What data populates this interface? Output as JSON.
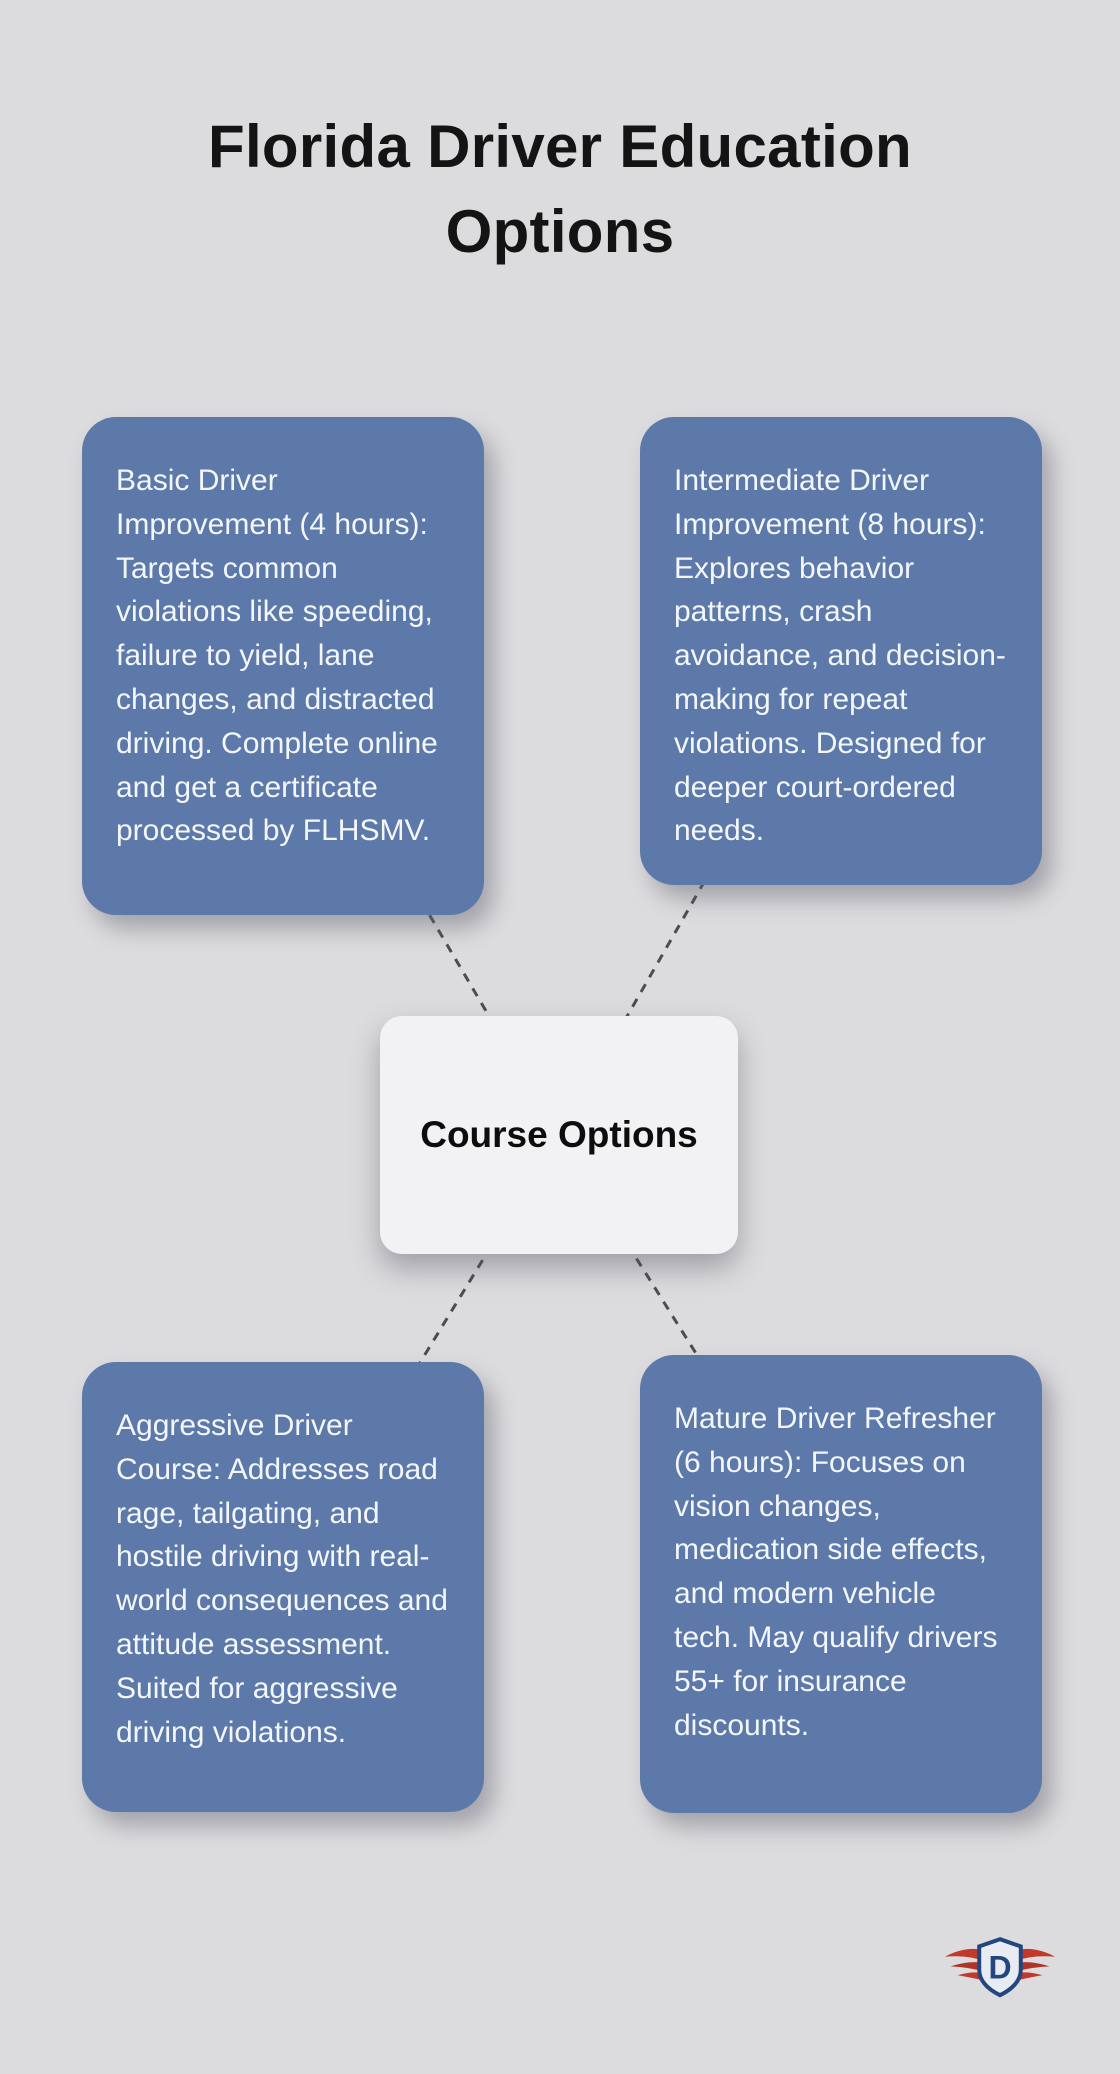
{
  "page": {
    "title": "Florida Driver Education Options"
  },
  "center_node": {
    "label": "Course Options"
  },
  "nodes": [
    {
      "id": "basic-driver-improvement",
      "text": "Basic Driver Improvement (4 hours): Targets common violations like speeding, failure to yield, lane changes, and distracted driving. Complete online and get a certificate processed by FLHSMV."
    },
    {
      "id": "intermediate-driver-improvement",
      "text": "Intermediate Driver Improvement (8 hours): Explores behavior patterns, crash avoidance, and decision-making for repeat violations. Designed for deeper court-ordered needs."
    },
    {
      "id": "aggressive-driver-course",
      "text": "Aggressive Driver Course: Addresses road rage, tailgating, and hostile driving with real-world consequences and attitude assessment. Suited for aggressive driving violations."
    },
    {
      "id": "mature-driver-refresher",
      "text": "Mature Driver Refresher (6 hours): Focuses on vision changes, medication side effects, and modern vehicle tech. May qualify drivers 55+ for insurance discounts."
    }
  ],
  "colors": {
    "background": "#dcdcde",
    "node_bg": "#5d79a9",
    "node_text": "#f3f6fb",
    "center_bg": "#f2f2f5",
    "connector": "#4d4d4d",
    "logo_red": "#c0392b",
    "logo_blue": "#24467e"
  },
  "logo": {
    "letter": "D"
  }
}
